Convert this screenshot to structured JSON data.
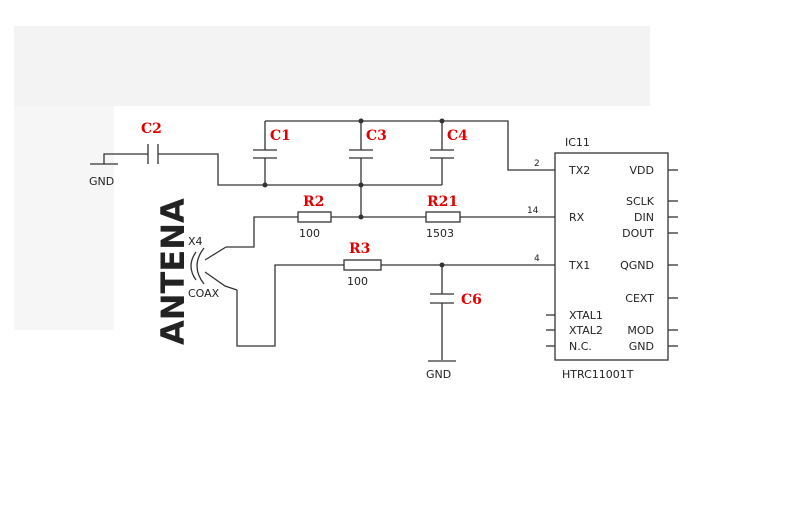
{
  "colors": {
    "component_label": "#e00000",
    "wire": "#333333",
    "background_panel": "#f2f2f2"
  },
  "ic": {
    "ref": "IC11",
    "part": "HTRC11001T",
    "pins_left": [
      {
        "num": "2",
        "name": "TX2"
      },
      {
        "num": "14",
        "name": "RX"
      },
      {
        "num": "4",
        "name": "TX1"
      },
      {
        "num": "",
        "name": "XTAL1"
      },
      {
        "num": "",
        "name": "XTAL2"
      },
      {
        "num": "",
        "name": "N.C."
      }
    ],
    "pins_right": [
      "VDD",
      "SCLK",
      "DIN",
      "DOUT",
      "QGND",
      "CEXT",
      "MOD",
      "GND"
    ]
  },
  "capacitors": [
    "C1",
    "C2",
    "C3",
    "C4",
    "C6"
  ],
  "resistors": [
    {
      "ref": "R2",
      "value": "100"
    },
    {
      "ref": "R21",
      "value": "1503"
    },
    {
      "ref": "R3",
      "value": "100"
    }
  ],
  "antenna": {
    "label": "ANTENA",
    "ref": "X4",
    "type": "COAX"
  },
  "grounds": [
    "GND",
    "GND"
  ]
}
